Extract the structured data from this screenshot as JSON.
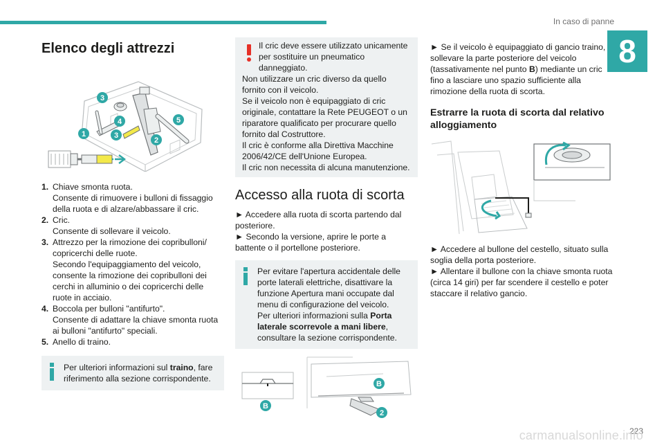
{
  "header": {
    "section": "In caso di panne",
    "chapter": "8"
  },
  "footer": {
    "page": "223",
    "watermark": "carmanualsonline.info"
  },
  "col1": {
    "title": "Elenco degli attrezzi",
    "callouts": [
      "1",
      "2",
      "3",
      "3",
      "4",
      "5"
    ],
    "items": [
      {
        "n": "1.",
        "l1": "Chiave smonta ruota.",
        "l2": "Consente di rimuovere i bulloni di fissaggio della ruota e di alzare/abbassare il cric."
      },
      {
        "n": "2.",
        "l1": "Cric.",
        "l2": "Consente di sollevare il veicolo."
      },
      {
        "n": "3.",
        "l1": "Attrezzo per la rimozione dei copribulloni/ copricerchi delle ruote.",
        "l2": "Secondo l'equipaggiamento del veicolo, consente la rimozione dei copribulloni dei cerchi in alluminio o dei copricerchi delle ruote in acciaio."
      },
      {
        "n": "4.",
        "l1": "Boccola per bulloni \"antifurto\".",
        "l2": "Consente di adattare la chiave smonta ruota ai bulloni \"antifurto\" speciali."
      },
      {
        "n": "5.",
        "l1": "Anello di traino.",
        "l2": ""
      }
    ],
    "info": {
      "pre": "Per ulteriori informazioni sul ",
      "bold": "traino",
      "post": ", fare riferimento alla sezione corrispondente."
    }
  },
  "col2": {
    "warn": [
      "Il cric deve essere utilizzato unicamente per sostituire un pneumatico danneggiato.",
      "Non utilizzare un cric diverso da quello fornito con il veicolo.",
      "Se il veicolo non è equipaggiato di cric originale, contattare la Rete PEUGEOT o un riparatore qualificato per procurare quello fornito dal Costruttore.",
      "Il cric è conforme alla Direttiva Macchine 2006/42/CE dell'Unione Europea.",
      "Il cric non necessita di alcuna manutenzione."
    ],
    "title": "Accesso alla ruota di scorta",
    "p1": "► Accedere alla ruota di scorta partendo dal posteriore.",
    "p2": "► Secondo la versione, aprire le porte a battente o il portellone posteriore.",
    "info": {
      "t1": "Per evitare l'apertura accidentale delle porte laterali elettriche, disattivare la funzione Apertura mani occupate dal menu di configurazione del veicolo.",
      "pre": "Per ulteriori informazioni sulla ",
      "bold": "Porta laterale scorrevole a mani libere",
      "post": ", consultare la sezione corrispondente."
    },
    "callouts": [
      "B",
      "B",
      "2"
    ]
  },
  "col3": {
    "p1_pre": "► Se il veicolo è equipaggiato di gancio traino, sollevare la parte posteriore del veicolo (tassativamente nel punto ",
    "p1_bold": "B",
    "p1_post": ") mediante un cric fino a lasciare uno spazio sufficiente alla rimozione della ruota di scorta.",
    "title": "Estrarre la ruota di scorta dal relativo alloggiamento",
    "p2": "► Accedere al bullone del cestello, situato sulla soglia della porta posteriore.",
    "p3": "► Allentare il bullone con la chiave smonta ruota (circa 14 giri) per far scendere il cestello e poter staccare il relativo gancio."
  },
  "colors": {
    "accent": "#2fa8a6",
    "warning": "#e63027",
    "box": "#eef1f2",
    "highlight": "#f3e94a"
  }
}
